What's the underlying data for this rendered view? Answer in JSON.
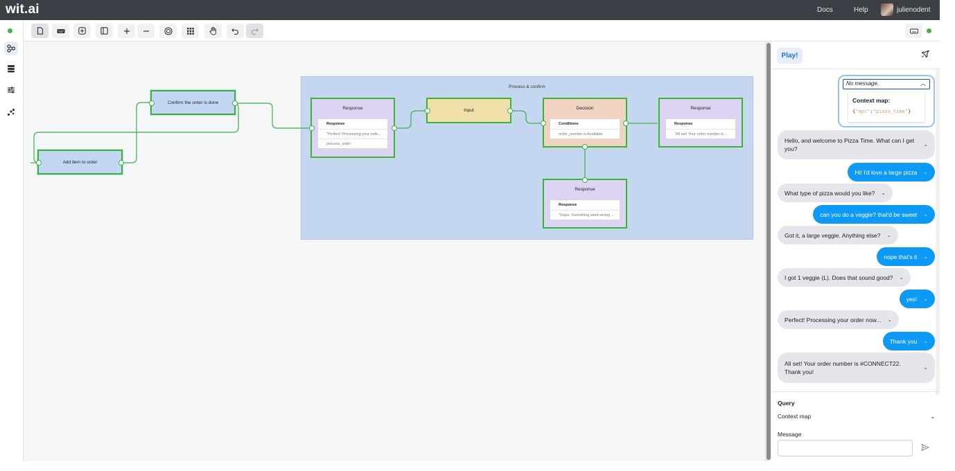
{
  "topbar": {
    "logo": "wit.ai",
    "docs": "Docs",
    "help": "Help",
    "username": "julienodent"
  },
  "leftbar": {
    "items": [
      "status-dot",
      "flow-icon",
      "database-icon",
      "sliders-icon",
      "scatter-icon"
    ]
  },
  "toolbar": {
    "buttons": [
      "document-icon",
      "keyboard-icon",
      "add-node-icon",
      "panel-icon",
      "zoom-in-icon",
      "zoom-out-icon",
      "target-icon",
      "grid-icon",
      "hand-icon",
      "undo-icon",
      "redo-icon"
    ]
  },
  "canvas": {
    "group_title": "Process & confirm",
    "nodes": {
      "add_item": "Add item to order",
      "confirm": "Confirm the order is done",
      "response1": {
        "title": "Response",
        "card_title": "Response",
        "rows": [
          "\"Perfect! Processing your orde...",
          "process_order"
        ]
      },
      "input": "Input",
      "decision": {
        "title": "Decision",
        "card_title": "Conditions",
        "rows": [
          "order_number is Available"
        ]
      },
      "response2": {
        "title": "Response",
        "card_title": "Response",
        "rows": [
          "\"All set! Your order number is ..."
        ]
      },
      "response3": {
        "title": "Response",
        "card_title": "Response",
        "rows": [
          "\"Oops. Something went wrong ..."
        ]
      }
    }
  },
  "panel": {
    "play_label": "Play!",
    "context_select": "No message.",
    "context_title": "Context map:",
    "context_json_key": "\"npc\"",
    "context_json_value": "\"pizza_time\"",
    "messages": [
      {
        "from": "bot",
        "text": "Hello, and welcome to Pizza Time. What can I get you?"
      },
      {
        "from": "user",
        "text": "Hi! I'd love a large pizza"
      },
      {
        "from": "bot",
        "text": "What type of pizza would you like?"
      },
      {
        "from": "user",
        "text": "can you do a veggie? that'd be sweet"
      },
      {
        "from": "bot",
        "text": "Got it, a large veggie. Anything else?"
      },
      {
        "from": "user",
        "text": "nope that's it"
      },
      {
        "from": "bot",
        "text": "I got 1 veggie (L). Does that sound good?"
      },
      {
        "from": "user",
        "text": "yes!"
      },
      {
        "from": "bot",
        "text": "Perfect! Processing your order now..."
      },
      {
        "from": "user",
        "text": "Thank you"
      },
      {
        "from": "bot",
        "text": "All set! Your order number is #CONNECT22. Thank you!"
      }
    ],
    "query_label": "Query",
    "context_map_label": "Context map",
    "message_label": "Message",
    "message_value": ""
  },
  "colors": {
    "topbar": "#3b4047",
    "node_border": "#3cae4a",
    "user_bubble": "#0d99f6",
    "bot_bubble": "#e4e6eb",
    "group_bg": "#c4d6f0"
  }
}
